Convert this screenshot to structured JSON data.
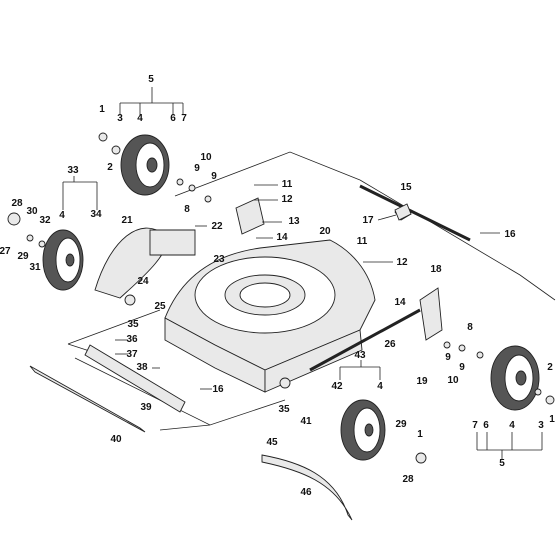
{
  "diagram": {
    "title": "",
    "labels": [
      {
        "key": "p5a",
        "text": "5"
      },
      {
        "key": "p1a",
        "text": "1"
      },
      {
        "key": "p3a",
        "text": "3"
      },
      {
        "key": "p4a",
        "text": "4"
      },
      {
        "key": "p6a",
        "text": "6"
      },
      {
        "key": "p7a",
        "text": "7"
      },
      {
        "key": "p2a",
        "text": "2"
      },
      {
        "key": "p10a",
        "text": "10"
      },
      {
        "key": "p9a",
        "text": "9"
      },
      {
        "key": "p9b",
        "text": "9"
      },
      {
        "key": "p8a",
        "text": "8"
      },
      {
        "key": "p11a",
        "text": "11"
      },
      {
        "key": "p12a",
        "text": "12"
      },
      {
        "key": "p13",
        "text": "13"
      },
      {
        "key": "p14a",
        "text": "14"
      },
      {
        "key": "p15",
        "text": "15"
      },
      {
        "key": "p17",
        "text": "17"
      },
      {
        "key": "p16a",
        "text": "16"
      },
      {
        "key": "p33",
        "text": "33"
      },
      {
        "key": "p28a",
        "text": "28"
      },
      {
        "key": "p30",
        "text": "30"
      },
      {
        "key": "p4b",
        "text": "4"
      },
      {
        "key": "p34",
        "text": "34"
      },
      {
        "key": "p32",
        "text": "32"
      },
      {
        "key": "p27",
        "text": "27"
      },
      {
        "key": "p29a",
        "text": "29"
      },
      {
        "key": "p31",
        "text": "31"
      },
      {
        "key": "p21",
        "text": "21"
      },
      {
        "key": "p22",
        "text": "22"
      },
      {
        "key": "p23",
        "text": "23"
      },
      {
        "key": "p24",
        "text": "24"
      },
      {
        "key": "p25",
        "text": "25"
      },
      {
        "key": "p35a",
        "text": "35"
      },
      {
        "key": "p20",
        "text": "20"
      },
      {
        "key": "p11b",
        "text": "11"
      },
      {
        "key": "p12b",
        "text": "12"
      },
      {
        "key": "p18",
        "text": "18"
      },
      {
        "key": "p14b",
        "text": "14"
      },
      {
        "key": "p26",
        "text": "26"
      },
      {
        "key": "p36",
        "text": "36"
      },
      {
        "key": "p37",
        "text": "37"
      },
      {
        "key": "p38",
        "text": "38"
      },
      {
        "key": "p16b",
        "text": "16"
      },
      {
        "key": "p39",
        "text": "39"
      },
      {
        "key": "p40",
        "text": "40"
      },
      {
        "key": "p43",
        "text": "43"
      },
      {
        "key": "p42",
        "text": "42"
      },
      {
        "key": "p4c",
        "text": "4"
      },
      {
        "key": "p35b",
        "text": "35"
      },
      {
        "key": "p41",
        "text": "41"
      },
      {
        "key": "p19",
        "text": "19"
      },
      {
        "key": "p8b",
        "text": "8"
      },
      {
        "key": "p9c",
        "text": "9"
      },
      {
        "key": "p9d",
        "text": "9"
      },
      {
        "key": "p10b",
        "text": "10"
      },
      {
        "key": "p2b",
        "text": "2"
      },
      {
        "key": "p1b",
        "text": "1"
      },
      {
        "key": "p7b",
        "text": "7"
      },
      {
        "key": "p6b",
        "text": "6"
      },
      {
        "key": "p4d",
        "text": "4"
      },
      {
        "key": "p3b",
        "text": "3"
      },
      {
        "key": "p5b",
        "text": "5"
      },
      {
        "key": "p29b",
        "text": "29"
      },
      {
        "key": "p1c",
        "text": "1"
      },
      {
        "key": "p28b",
        "text": "28"
      },
      {
        "key": "p45",
        "text": "45"
      },
      {
        "key": "p46",
        "text": "46"
      }
    ]
  }
}
